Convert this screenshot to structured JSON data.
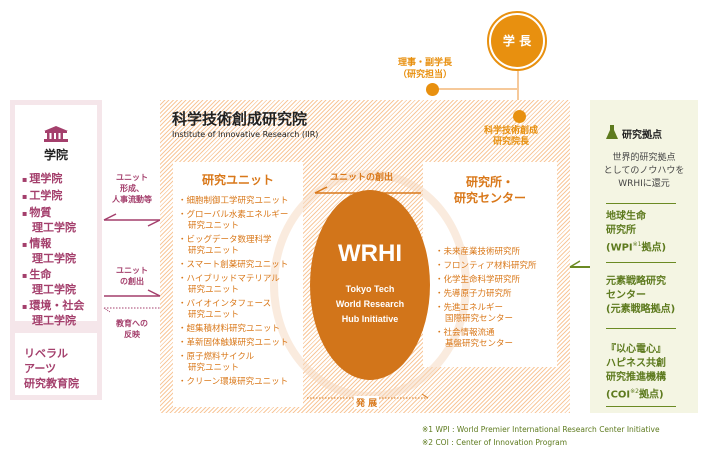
{
  "president": {
    "label": "学 長"
  },
  "executive": {
    "line1": "理事・副学長",
    "line2": "（研究担当）"
  },
  "dean": {
    "line1": "科学技術創成",
    "line2": "研究院長"
  },
  "schools": {
    "title": "学院",
    "icon": "building-icon",
    "items": [
      {
        "line1": "理学院"
      },
      {
        "line1": "工学院"
      },
      {
        "line1": "物質",
        "line2": "理工学院"
      },
      {
        "line1": "情報",
        "line2": "理工学院"
      },
      {
        "line1": "生命",
        "line2": "理工学院"
      },
      {
        "line1": "環境・社会",
        "line2": "理工学院"
      }
    ],
    "liberal_arts": {
      "line1": "リベラル",
      "line2": "アーツ",
      "line3": "研究教育院"
    }
  },
  "left_arrows": {
    "a1": {
      "line1": "ユニット",
      "line2": "形成、",
      "line3": "人事流動等"
    },
    "a2": {
      "line1": "ユニット",
      "line2": "の創出"
    },
    "a3": {
      "line1": "教育への",
      "line2": "反映"
    }
  },
  "iir": {
    "title": "科学技術創成研究院",
    "subtitle": "Institute of Innovative Research (IIR)",
    "units": {
      "title": "研究ユニット",
      "items": [
        {
          "line1": "細胞制御工学研究ユニット"
        },
        {
          "line1": "グローバル水素エネルギー",
          "line2": "研究ユニット"
        },
        {
          "line1": "ビッグデータ数理科学",
          "line2": "研究ユニット"
        },
        {
          "line1": "スマート創薬研究ユニット"
        },
        {
          "line1": "ハイブリッドマテリアル",
          "line2": "研究ユニット"
        },
        {
          "line1": "バイオインタフェース",
          "line2": "研究ユニット"
        },
        {
          "line1": "超集積材料研究ユニット"
        },
        {
          "line1": "革新固体触媒研究ユニット"
        },
        {
          "line1": "原子燃料サイクル",
          "line2": "研究ユニット"
        },
        {
          "line1": "クリーン環境研究ユニット"
        }
      ]
    },
    "unit_creation_label": "ユニットの創出",
    "development_label": "発 展",
    "centers": {
      "title_line1": "研究所・",
      "title_line2": "研究センター",
      "items": [
        {
          "line1": "未来産業技術研究所"
        },
        {
          "line1": "フロンティア材料研究所"
        },
        {
          "line1": "化学生命科学研究所"
        },
        {
          "line1": "先導原子力研究所"
        },
        {
          "line1": "先進エネルギー",
          "line2": "国際研究センター"
        },
        {
          "line1": "社会情報流通",
          "line2": "基盤研究センター"
        }
      ]
    },
    "wrhi": {
      "title": "WRHI",
      "line1": "Tokyo Tech",
      "line2": "World Research",
      "line3": "Hub Initiative"
    }
  },
  "bases": {
    "title": "研究拠点",
    "icon": "flask-icon",
    "desc_line1": "世界的研究拠点",
    "desc_line2": "としてのノウハウを",
    "desc_line3": "WRHIに還元",
    "items": [
      {
        "line1": "地球生命",
        "line2": "研究所",
        "line3a": "(WPI",
        "sup": "※1",
        "line3b": "拠点)"
      },
      {
        "line1": "元素戦略研究",
        "line2": "センター",
        "line3": "(元素戦略拠点)"
      },
      {
        "line1": "『以心電心』",
        "line2": "ハピネス共創",
        "line3": "研究推進機構",
        "line4a": "(COI",
        "sup": "※2",
        "line4b": "拠点)"
      }
    ]
  },
  "footnotes": [
    "※1 WPI : World Premier International Research Center Initiative",
    "※2 COI : Center of Innovation Program"
  ],
  "colors": {
    "school_pink": "#a43f6c",
    "iir_orange": "#d9781a",
    "president_orange": "#e8900f",
    "base_green": "#5d7a1e"
  }
}
